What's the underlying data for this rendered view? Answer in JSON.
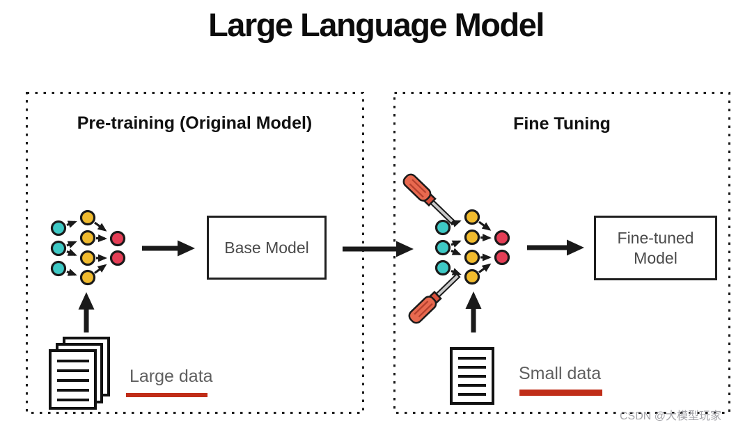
{
  "title": "Large Language Model",
  "watermark": "CSDN @大模型玩家",
  "colors": {
    "node_teal": "#3ec9c5",
    "node_yellow": "#f1bb2e",
    "node_red": "#e53e56",
    "line_dark": "#1a1a1a",
    "underline_red": "#c02d18",
    "screwdriver_handle": "#e8694f"
  },
  "panels": {
    "pretraining": {
      "header": "Pre-training (Original Model)",
      "model_box_label": "Base Model",
      "data_label": "Large data",
      "icons": {
        "network": "neural-network-icon",
        "data": "document-stack-icon",
        "flow": "arrow-right-icon",
        "feed": "arrow-up-icon"
      }
    },
    "finetuning": {
      "header": "Fine Tuning",
      "model_box_label": "Fine-tuned Model",
      "data_label": "Small data",
      "icons": {
        "network": "neural-network-icon",
        "tools": "screwdriver-icon",
        "data": "document-icon",
        "flow": "arrow-right-icon",
        "feed": "arrow-up-icon"
      }
    }
  }
}
